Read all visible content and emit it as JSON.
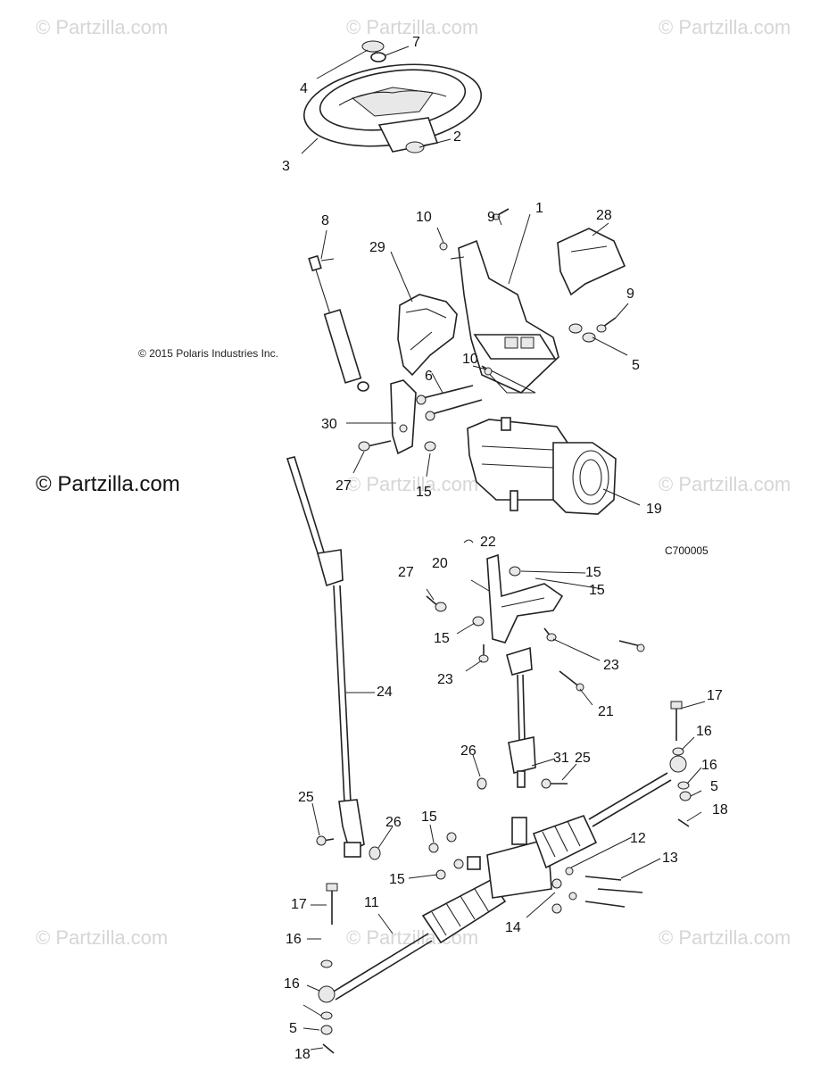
{
  "watermarks": [
    "© Partzilla.com",
    "© Partzilla.com",
    "© Partzilla.com",
    "© Partzilla.com",
    "© Partzilla.com",
    "© Partzilla.com",
    "© Partzilla.com",
    "© Partzilla.com"
  ],
  "copyright_polaris": "© 2015 Polaris Industries Inc.",
  "copyright_partzilla": "© Partzilla.com",
  "diagram_code": "C700005",
  "callouts": {
    "c1": "1",
    "c2": "2",
    "c3": "3",
    "c4": "4",
    "c5a": "5",
    "c5b": "5",
    "c5c": "5",
    "c6": "6",
    "c7": "7",
    "c8": "8",
    "c9a": "9",
    "c9b": "9",
    "c10a": "10",
    "c10b": "10",
    "c11": "11",
    "c12": "12",
    "c13": "13",
    "c14": "14",
    "c15a": "15",
    "c15b": "15",
    "c15c": "15",
    "c15d": "15",
    "c15e": "15",
    "c15f": "15",
    "c16a": "16",
    "c16b": "16",
    "c16c": "16",
    "c16d": "16",
    "c17a": "17",
    "c17b": "17",
    "c18a": "18",
    "c18b": "18",
    "c19": "19",
    "c20": "20",
    "c21": "21",
    "c22": "22",
    "c23a": "23",
    "c23b": "23",
    "c24": "24",
    "c25a": "25",
    "c25b": "25",
    "c26a": "26",
    "c26b": "26",
    "c27a": "27",
    "c27b": "27",
    "c28": "28",
    "c29": "29",
    "c30": "30",
    "c31": "31"
  }
}
